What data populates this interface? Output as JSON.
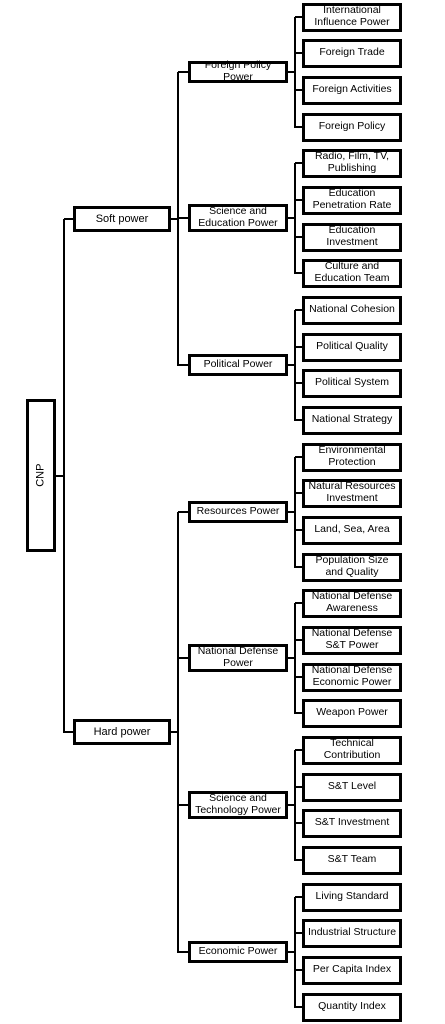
{
  "root": {
    "label": "CNP"
  },
  "children": [
    {
      "label": "Soft power",
      "children": [
        {
          "label": "Foreign Policy Power",
          "children": [
            "International Influence Power",
            "Foreign Trade",
            "Foreign Activities",
            "Foreign Policy"
          ]
        },
        {
          "label": "Science and Education Power",
          "children": [
            "Radio, Film, TV, Publishing",
            "Education Penetration Rate",
            "Education Investment",
            "Culture and Education Team"
          ]
        },
        {
          "label": "Political Power",
          "children": [
            "National Cohesion",
            "Political Quality",
            "Political System",
            "National Strategy"
          ]
        }
      ]
    },
    {
      "label": "Hard power",
      "children": [
        {
          "label": "Resources Power",
          "children": [
            "Environmental Protection",
            "Natural Resources Investment",
            "Land, Sea, Area",
            "Population Size and Quality"
          ]
        },
        {
          "label": "National Defense Power",
          "children": [
            "National Defense Awareness",
            "National Defense S&T Power",
            "National Defense Economic Power",
            "Weapon Power"
          ]
        },
        {
          "label": "Science and Technology Power",
          "children": [
            "Technical Contribution",
            "S&T Level",
            "S&T Investment",
            "S&T Team"
          ]
        },
        {
          "label": "Economic Power",
          "children": [
            "Living Standard",
            "Industrial Structure",
            "Per Capita Index",
            "Quantity Index"
          ]
        }
      ]
    }
  ]
}
